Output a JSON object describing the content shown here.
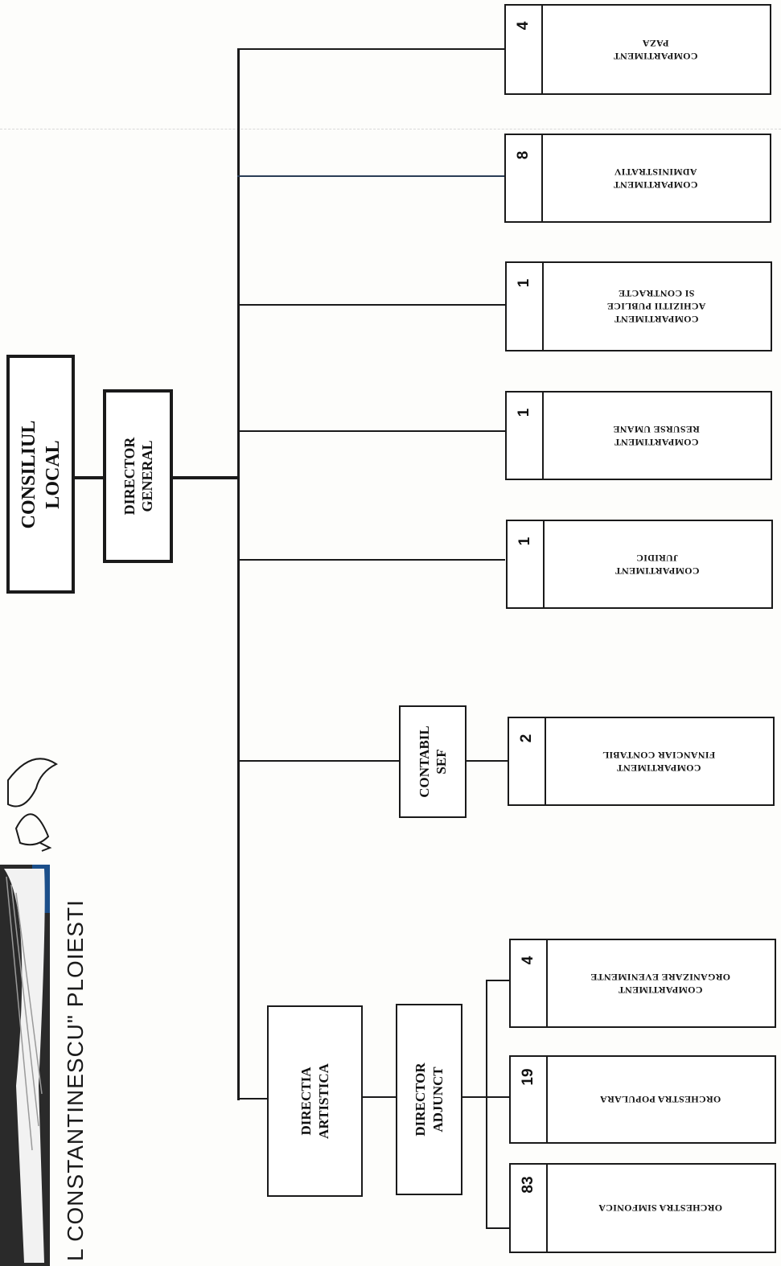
{
  "header": {
    "institution_text": "L CONSTANTINESCU\"  PLOIESTI"
  },
  "top": {
    "council": "CONSILIUL\nLOCAL",
    "director_general": "DIRECTOR\nGENERAL",
    "chief_accountant": "CONTABIL\nSEF",
    "artistic_direction": "DIRECTIA\nARTISTICA",
    "deputy_director": "DIRECTOR\nADJUNCT"
  },
  "compartments": [
    {
      "count": "4",
      "label": "COMPARTIMENT\nPAZA"
    },
    {
      "count": "8",
      "label": "COMPARTIMENT\nADMINISTRATIV"
    },
    {
      "count": "1",
      "label": "COMPARTIMENT\nACHIZITII PUBLICE\nSI CONTRACTE"
    },
    {
      "count": "1",
      "label": "COMPARTIMENT\nRESURSE UMANE"
    },
    {
      "count": "1",
      "label": "COMPARTIMENT\nJURIDIC"
    },
    {
      "count": "2",
      "label": "COMPARTIMENT\nFINANCIAR CONTABIL"
    },
    {
      "count": "4",
      "label": "COMPARTIMENT\nORGANIZARE EVENIMENTE"
    },
    {
      "count": "19",
      "label": "ORCHESTRA POPULARA"
    },
    {
      "count": "83",
      "label": "ORCHESTRA SIMFONICA"
    }
  ]
}
